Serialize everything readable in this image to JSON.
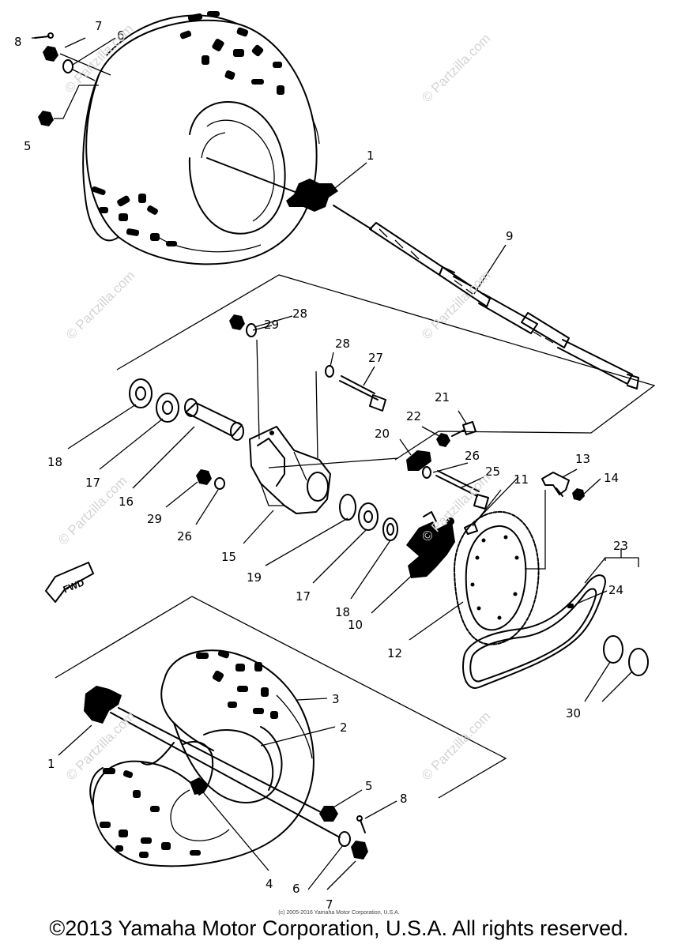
{
  "watermark": "© Partzilla.com",
  "fwd_label": "FWD",
  "callouts": {
    "c1a": "1",
    "c9": "9",
    "c7a": "7",
    "c6a": "6",
    "c8a": "8",
    "c5a": "5",
    "c29a": "29",
    "c28a": "28",
    "c28b": "28",
    "c27": "27",
    "c21": "21",
    "c22": "22",
    "c20": "20",
    "c26a": "26",
    "c25": "25",
    "c11": "11",
    "c13": "13",
    "c14": "14",
    "c18a": "18",
    "c17a": "17",
    "c16": "16",
    "c29b": "29",
    "c26b": "26",
    "c15": "15",
    "c19": "19",
    "c17b": "17",
    "c18b": "18",
    "c10": "10",
    "c12": "12",
    "c23": "23",
    "c24": "24",
    "c30": "30",
    "c3": "3",
    "c2": "2",
    "c1b": "1",
    "c5b": "5",
    "c8b": "8",
    "c4": "4",
    "c6b": "6",
    "c7b": "7"
  },
  "small_copyright": "(c) 2005-2016 Yamaha Motor Corporation, U.S.A.",
  "copyright": "©2013 Yamaha Motor Corporation, U.S.A. All rights reserved."
}
